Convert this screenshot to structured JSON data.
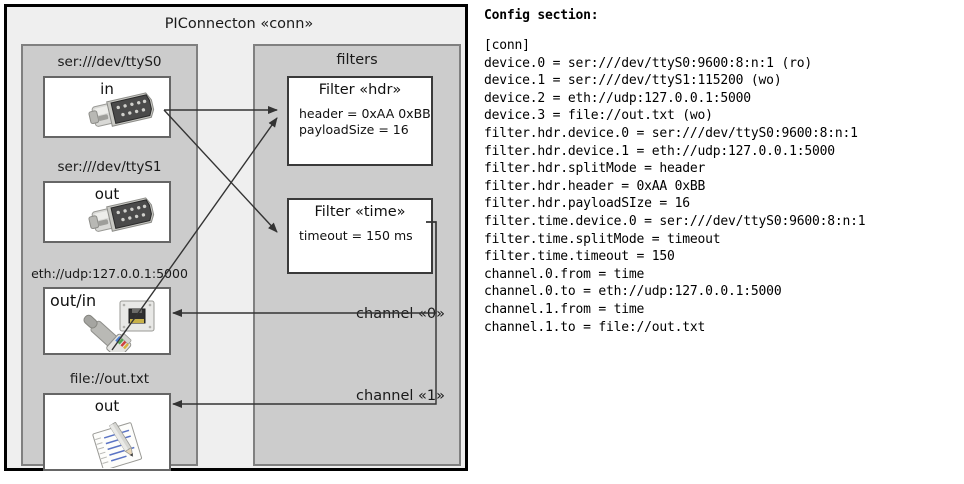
{
  "diagram": {
    "title": "PIConnecton «conn»",
    "devices_panel": {
      "name": "devices",
      "items": [
        {
          "caption": "ser:///dev/ttyS0",
          "label": "in",
          "icon": "serial-db9-icon"
        },
        {
          "caption": "ser:///dev/ttyS1",
          "label": "out",
          "icon": "serial-db9-icon"
        },
        {
          "caption": "eth://udp:127.0.0.1:5000",
          "label": "out/in",
          "icon": "ethernet-jack-icon"
        },
        {
          "caption": "file://out.txt",
          "label": "out",
          "icon": "notepad-pencil-icon"
        }
      ]
    },
    "filters_panel": {
      "title": "filters",
      "filters": [
        {
          "title": "Filter «hdr»",
          "lines": [
            "header = 0xAA 0xBB",
            "payloadSize = 16"
          ]
        },
        {
          "title": "Filter «time»",
          "lines": [
            "timeout = 150 ms"
          ]
        }
      ]
    },
    "channels": [
      {
        "label": "channel «0»"
      },
      {
        "label": "channel «1»"
      }
    ]
  },
  "config": {
    "heading": "Config section:",
    "text": "[conn]\ndevice.0 = ser:///dev/ttyS0:9600:8:n:1 (ro)\ndevice.1 = ser:///dev/ttyS1:115200 (wo)\ndevice.2 = eth://udp:127.0.0.1:5000\ndevice.3 = file://out.txt (wo)\nfilter.hdr.device.0 = ser:///dev/ttyS0:9600:8:n:1\nfilter.hdr.device.1 = eth://udp:127.0.0.1:5000\nfilter.hdr.splitMode = header\nfilter.hdr.header = 0xAA 0xBB\nfilter.hdr.payloadSIze = 16\nfilter.time.device.0 = ser:///dev/ttyS0:9600:8:n:1\nfilter.time.splitMode = timeout\nfilter.time.timeout = 150\nchannel.0.from = time\nchannel.0.to = eth://udp:127.0.0.1:5000\nchannel.1.from = time\nchannel.1.to = file://out.txt"
  },
  "colors": {
    "frame_border": "#000000",
    "outer_fill": "#efefef",
    "panel_fill": "#cccccc",
    "panel_border": "#808080",
    "card_fill": "#ffffff",
    "card_border": "#666666",
    "filter_border": "#3a3a3a",
    "arrow": "#333333"
  }
}
